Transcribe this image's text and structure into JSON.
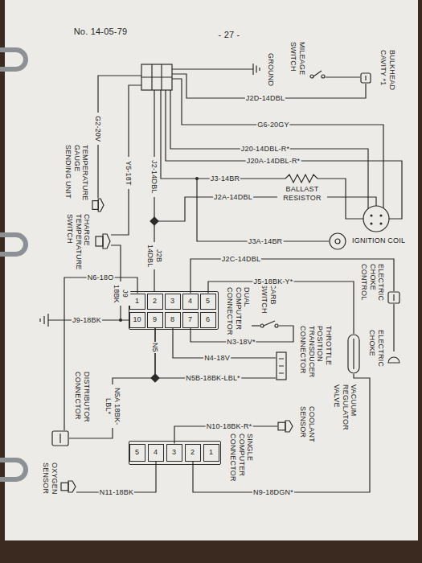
{
  "diagram": {
    "nodes": [
      {
        "text": [
          "BULKHEAD CAVITY *1"
        ]
      },
      {
        "text": [
          "MILEAGE SWITCH"
        ]
      },
      {
        "text": [
          "GROUND"
        ]
      },
      {
        "text": [
          "TEMPERATURE GAUGE SENDING UNIT"
        ]
      },
      {
        "text": [
          "BALLAST RESISTOR"
        ]
      },
      {
        "text": [
          "IGNITION COIL"
        ]
      },
      {
        "text": [
          "CHARGE TEMPERATURE SWITCH"
        ]
      },
      {
        "text": [
          "DUAL COMPUTER CONNECTOR"
        ]
      },
      {
        "text": [
          "1"
        ],
        "in": 7
      },
      {
        "text": [
          "2"
        ],
        "in": 7
      },
      {
        "text": [
          "3"
        ],
        "in": 7
      },
      {
        "text": [
          "4"
        ],
        "in": 7
      },
      {
        "text": [
          "5"
        ],
        "in": 7
      },
      {
        "text": [
          "10"
        ],
        "in": 7
      },
      {
        "text": [
          "9"
        ],
        "in": 7
      },
      {
        "text": [
          "8"
        ],
        "in": 7
      },
      {
        "text": [
          "7"
        ],
        "in": 7
      },
      {
        "text": [
          "6"
        ],
        "in": 7
      },
      {
        "text": [
          "CARB SWITCH"
        ]
      },
      {
        "text": [
          "ELECTRIC CHOKE CONTROL"
        ]
      },
      {
        "text": [
          "THROTTLE POSITION TRANSDUCER CONNECTOR"
        ]
      },
      {
        "text": [
          "ELECTRIC CHOKE"
        ]
      },
      {
        "text": [
          "VACUUM REGULATOR VALVE"
        ]
      },
      {
        "text": [
          "DISTRIBUTOR CONNECTOR"
        ]
      },
      {
        "text": [
          "COOLANT SENSOR"
        ]
      },
      {
        "text": [
          "SINGLE COMPUTER CONNECTOR"
        ]
      },
      {
        "text": [
          "5"
        ],
        "in": 25
      },
      {
        "text": [
          "4"
        ],
        "in": 25
      },
      {
        "text": [
          "3"
        ],
        "in": 25
      },
      {
        "text": [
          "2"
        ],
        "in": 25
      },
      {
        "text": [
          "1"
        ],
        "in": 25
      },
      {
        "text": [
          "OXYGEN SENSOR"
        ]
      }
    ],
    "edges": [
      {
        "from": 1,
        "to": 0,
        "arrow": "none"
      },
      {
        "from": 6,
        "to": 13,
        "label": "J9 18BK",
        "arrow": "none"
      },
      {
        "from": 8,
        "to": 23,
        "label": "N6-18O",
        "arrow": "none"
      },
      {
        "from": 16,
        "to": 18,
        "label": "N3-18V*",
        "arrow": "none"
      },
      {
        "from": 15,
        "to": 20,
        "label": "N4-18V",
        "arrow": "none"
      },
      {
        "from": 14,
        "to": 20,
        "label": "N5B-18BK-LBL*",
        "arrow": "none"
      },
      {
        "from": 14,
        "to": 23,
        "label": "N5A 18BK-LBL*",
        "arrow": "none"
      },
      {
        "from": 12,
        "to": 22,
        "label": "J5-18BK-Y*",
        "arrow": "none"
      },
      {
        "from": 11,
        "to": 19,
        "label": "J2C-14DBL",
        "arrow": "none"
      },
      {
        "from": 19,
        "to": 21,
        "arrow": "none"
      },
      {
        "from": 28,
        "to": 24,
        "label": "N10-18BK-R*",
        "arrow": "none"
      },
      {
        "from": 29,
        "to": 22,
        "label": "N9-18DGN*",
        "arrow": "none"
      },
      {
        "from": 27,
        "to": 31,
        "label": "N11-18BK",
        "arrow": "none"
      }
    ],
    "labels": [
      "No. 14-05-79",
      "- 27 -",
      "J2D-14DBL",
      "G6-20GY",
      "J20-14DBL-R*",
      "J20A-14DBL-R*",
      "G2-20V",
      "J3-14BR",
      "Y5-18T",
      "J2-14DBL",
      "J2A-14DBL",
      "J2B 14DBL",
      "J3A-14BR",
      "J9-18BK",
      "N5"
    ]
  }
}
